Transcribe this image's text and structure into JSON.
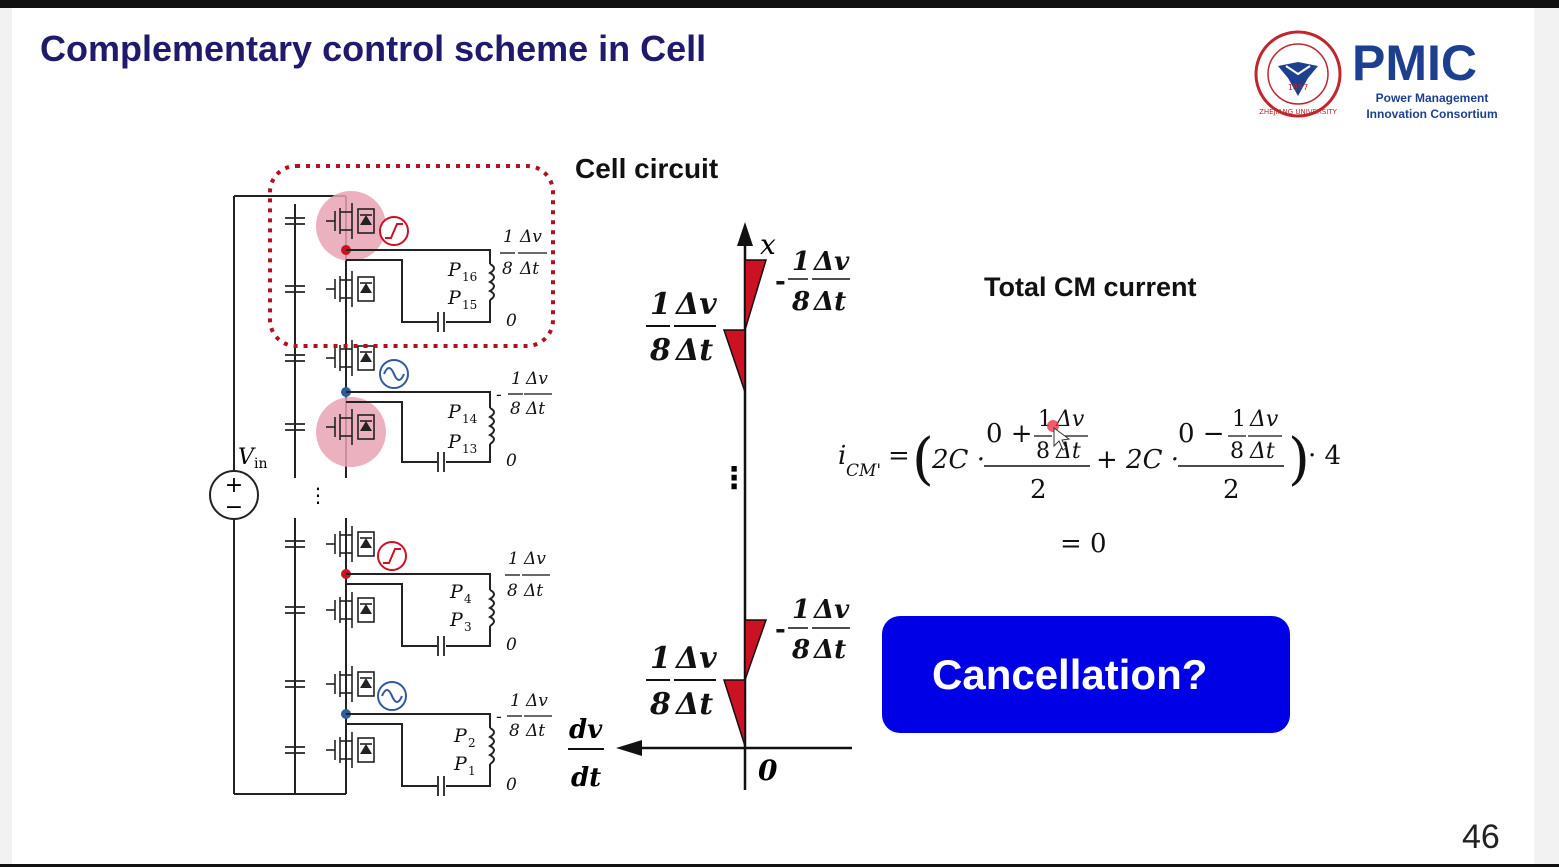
{
  "slide": {
    "title": "Complementary control scheme in Cell",
    "page_number": "46",
    "colors": {
      "title": "#1f1a6b",
      "button": "#0000e6",
      "highlight": "#e8a3b4",
      "node_red": "#cc1122",
      "node_blue": "#2f5b9e",
      "dotted_box": "#b01020"
    }
  },
  "logo": {
    "university_seal_text": "ZHEJIANG UNIVERSITY",
    "seal_year": "1897",
    "brand": "PMIC",
    "line1": "Power Management",
    "line2": "Innovation Consortium"
  },
  "labels": {
    "cell_circuit": "Cell circuit",
    "total_cm": "Total CM current",
    "cancellation_button": "Cancellation?"
  },
  "circuit": {
    "source_label": "V",
    "source_sub": "in",
    "vertical_dots": "⋮",
    "pins": {
      "p16": "P",
      "p16s": "16",
      "p15": "P",
      "p15s": "15",
      "p14": "P",
      "p14s": "14",
      "p13": "P",
      "p13s": "13",
      "p4": "P",
      "p4s": "4",
      "p3": "P",
      "p3s": "3",
      "p2": "P",
      "p2s": "2",
      "p1": "P",
      "p1s": "1"
    },
    "frac_num": "1",
    "frac_den": "8",
    "dv": "Δv",
    "dt": "Δt",
    "minus": "-",
    "zero": "0"
  },
  "graph": {
    "x_label": "x",
    "origin": "0",
    "dv_dt_num": "dv",
    "dv_dt_den": "dt",
    "ellipsis": "⋮"
  },
  "equation": {
    "lhs_i": "i",
    "lhs_sub": "CM'",
    "equals": "=",
    "term1_coeff": "2C ·",
    "term1_num_prefix": "0 +",
    "term2_coeff": "+ 2C ·",
    "term2_num_prefix": "0 −",
    "half_den": "2",
    "times4": "· 4",
    "frac_one": "1",
    "frac_eight": "8",
    "dv": "Δv",
    "dt": "Δt",
    "result": "= 0"
  }
}
